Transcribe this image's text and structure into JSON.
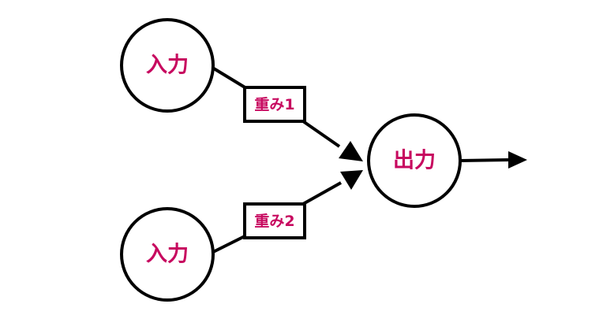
{
  "colors": {
    "label": "#c7085f",
    "stroke": "#000000",
    "background": "#ffffff"
  },
  "nodes": {
    "input_1": "入力",
    "input_2": "入力",
    "output": "出力"
  },
  "weights": {
    "w1": "重み1",
    "w2": "重み2"
  }
}
